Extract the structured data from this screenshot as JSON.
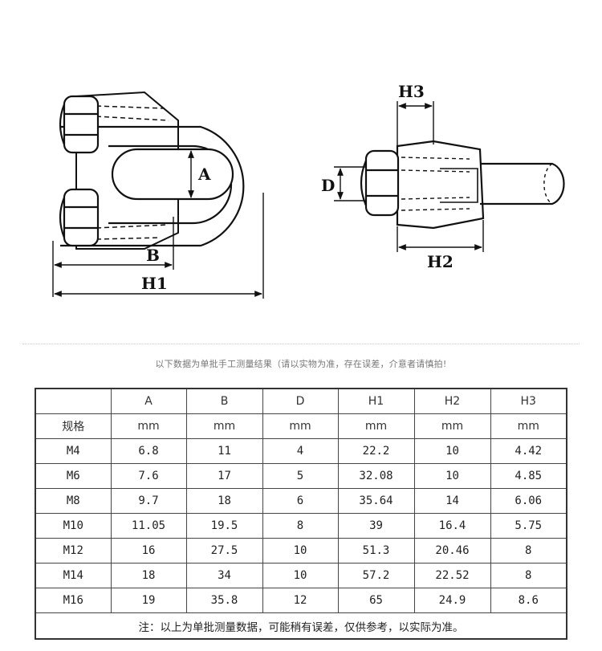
{
  "diagram": {
    "labels": {
      "A": "A",
      "B": "B",
      "H1": "H1",
      "D": "D",
      "H2": "H2",
      "H3": "H3"
    }
  },
  "note_top": "以下数据为单批手工测量结果（请以实物为准，存在误差，介意者请慎拍!",
  "table": {
    "columns": [
      "",
      "A",
      "B",
      "D",
      "H1",
      "H2",
      "H3"
    ],
    "units_row_label": "规格",
    "units": [
      "mm",
      "mm",
      "mm",
      "mm",
      "mm",
      "mm"
    ],
    "rows": [
      {
        "spec": "M4",
        "A": "6.8",
        "B": "11",
        "D": "4",
        "H1": "22.2",
        "H2": "10",
        "H3": "4.42"
      },
      {
        "spec": "M6",
        "A": "7.6",
        "B": "17",
        "D": "5",
        "H1": "32.08",
        "H2": "10",
        "H3": "4.85"
      },
      {
        "spec": "M8",
        "A": "9.7",
        "B": "18",
        "D": "6",
        "H1": "35.64",
        "H2": "14",
        "H3": "6.06"
      },
      {
        "spec": "M10",
        "A": "11.05",
        "B": "19.5",
        "D": "8",
        "H1": "39",
        "H2": "16.4",
        "H3": "5.75"
      },
      {
        "spec": "M12",
        "A": "16",
        "B": "27.5",
        "D": "10",
        "H1": "51.3",
        "H2": "20.46",
        "H3": "8"
      },
      {
        "spec": "M14",
        "A": "18",
        "B": "34",
        "D": "10",
        "H1": "57.2",
        "H2": "22.52",
        "H3": "8"
      },
      {
        "spec": "M16",
        "A": "19",
        "B": "35.8",
        "D": "12",
        "H1": "65",
        "H2": "24.9",
        "H3": "8.6"
      }
    ],
    "footnote": "注：以上为单批测量数据，可能稍有误差，仅供参考，以实际为准。"
  }
}
